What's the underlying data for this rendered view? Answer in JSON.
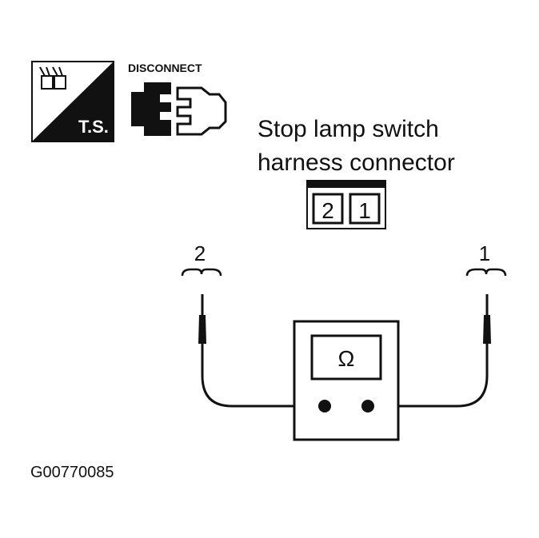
{
  "icons": {
    "ts_label": "T.S.",
    "disconnect_label": "DISCONNECT"
  },
  "connector": {
    "title_line1": "Stop lamp switch",
    "title_line2": "harness connector",
    "pins": [
      "2",
      "1"
    ]
  },
  "probes": {
    "left_label": "2",
    "right_label": "1"
  },
  "meter": {
    "symbol": "Ω"
  },
  "figure_id": "G00770085"
}
